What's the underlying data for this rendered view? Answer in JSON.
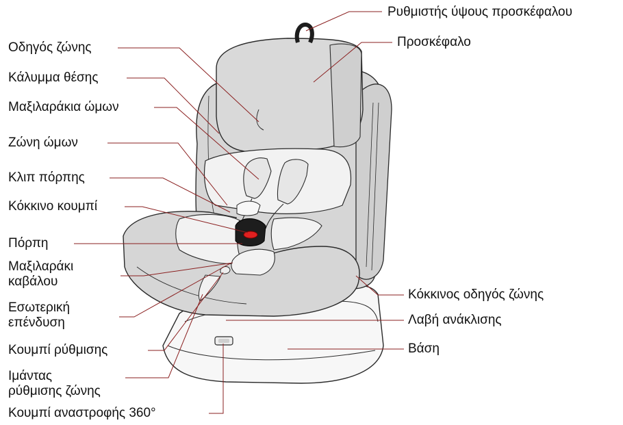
{
  "colors": {
    "leader": "#8a1f1f",
    "outline": "#2a2a2a",
    "fabric": "#d6d6d6",
    "padding": "#f2f2f2",
    "base": "#f7f7f7",
    "buckle_red": "#e02020",
    "buckle_dark": "#1d1d1d"
  },
  "labels": {
    "headrest_height_adjuster": "Ρυθμιστής ύψους προσκέφαλου",
    "headrest": "Προσκέφαλο",
    "belt_guide": "Οδηγός ζώνης",
    "seat_cover": "Κάλυμμα θέσης",
    "shoulder_pads": "Μαξιλαράκια ώμων",
    "shoulder_belt": "Ζώνη ώμων",
    "buckle_clip": "Κλιπ πόρπης",
    "red_button": "Κόκκινο κουμπί",
    "buckle": "Πόρπη",
    "crotch_pad": [
      "Μαξιλαράκι",
      "καβάλου"
    ],
    "inner_lining": [
      "Εσωτερική",
      "επένδυση"
    ],
    "adjust_button": "Κουμπί ρύθμισης",
    "belt_adjust_strap": [
      "Ιμάντας",
      "ρύθμισης ζώνης"
    ],
    "rotation_button": "Κουμπί αναστροφής 360°",
    "red_belt_guide": "Κόκκινος οδηγός ζώνης",
    "recline_handle": "Λαβή ανάκλισης",
    "base": "Βάση"
  }
}
